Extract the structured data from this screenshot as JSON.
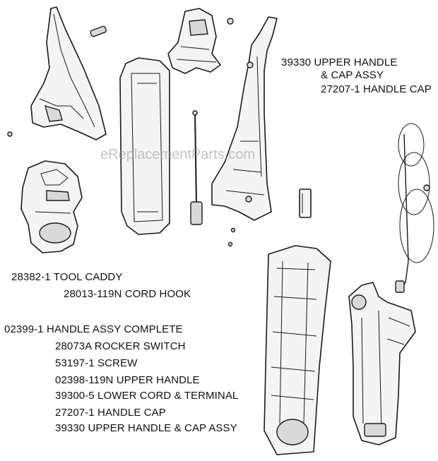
{
  "watermark": "eReplacementParts.com",
  "callouts_top_right": [
    "39330 UPPER HANDLE",
    "& CAP ASSY",
    "27207-1 HANDLE CAP"
  ],
  "callouts_left_upper": [
    "28382-1 TOOL CADDY",
    "28013-119N CORD HOOK"
  ],
  "callouts_left_lower": [
    "02399-1 HANDLE ASSY COMPLETE",
    "28073A ROCKER SWITCH",
    "53197-1 SCREW",
    "02398-119N UPPER HANDLE",
    "39300-5 LOWER CORD & TERMINAL",
    "27207-1 HANDLE CAP",
    "39330 UPPER HANDLE & CAP ASSY"
  ]
}
